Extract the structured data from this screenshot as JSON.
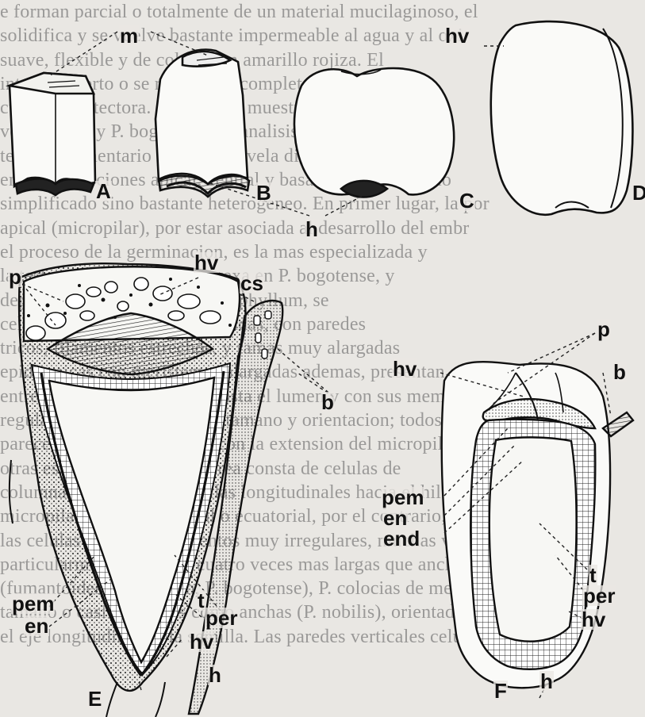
{
  "background_text": [
    {
      "t": "e forman parcial o totalmente de un material mucilaginoso, el"
    },
    {
      "t": "solidifica y se vuelve bastante impermeable al agua y al oxi"
    },
    {
      "t": "suave, flexible y de coloracion amarillo rojiza. El"
    },
    {
      "t": "interno abierto o se rompe por completo sin particular"
    },
    {
      "t": "cubierta protectora. La figura 2 muestra un detalle de la te"
    },
    {
      "t": "veer nobilis y P. bogotense. El analisis morfologico e histo"
    },
    {
      "t": "tejido tegumentario protector revela diferencias notables"
    },
    {
      "t": "entre las porciones apical, central y basal, que lo hacen no"
    },
    {
      "t": "simplificado sino bastante heterogeneo. En primer lugar, la por"
    },
    {
      "t": "apical (micropilar), por estar asociada al desarrollo del embr"
    },
    {
      "t": "el proceso de la germinacion, es la mas especializada y"
    },
    {
      "t": "la testa, sobresaliente y convexa en P. bogotense, y"
    },
    {
      "t": "deprimida y concava en P. eriophyllum, se"
    },
    {
      "t": "celulas parenquimaticas alargadas, con paredes"
    },
    {
      "t": "tricos, filamentos estrechos, y ramas muy alargadas"
    },
    {
      "t": "epidermicas con meristemas alargadas ademas, presentan caracteres: las"
    },
    {
      "t": "entre las paredes alargadas hasta el lumen y con sus mem"
    },
    {
      "t": "regulares en cuanto a forma, tamano y orientacion; todos"
    },
    {
      "t": "parece estar correlacionado con la extension del micropilo. En"
    },
    {
      "t": "otras especies, esta misma area consta de celulas de"
    },
    {
      "t": "columnares orientadas en filas longitudinales hacia el hil"
    },
    {
      "t": "micropila la porcion central o ecuatorial, por el contrario, m"
    },
    {
      "t": "las celulas con engrosamientos muy irregulares, muchas veces"
    },
    {
      "t": "particularmente de tres a cuatro veces mas largas que anchas"
    },
    {
      "t": "(fumantoides, polypodon, P. bogotense), P. colocias de me"
    },
    {
      "t": "tamano o casi tan largas como anchas (P. nobilis), orientadas se"
    },
    {
      "t": "el eje longitudinal de la semilla. Las paredes verticales celulas"
    }
  ],
  "labels": {
    "m": "m",
    "hv_top": "hv",
    "A": "A",
    "B": "B",
    "C": "C",
    "D": "D",
    "h_top": "h",
    "p_left": "p",
    "hv_E": "hv",
    "cs": "cs",
    "b_E": "b",
    "pem_E": "pem",
    "en_E": "en",
    "t_E": "t",
    "per_E": "per",
    "hv_E_bottom": "hv",
    "h_E": "h",
    "E": "E",
    "p_F": "p",
    "hv_F": "hv",
    "b_F": "b",
    "pem_F": "pem",
    "en_F": "en",
    "end_F": "end",
    "t_F": "t",
    "per_F": "per",
    "hv_F_bottom": "hv",
    "h_F": "h",
    "F": "F"
  }
}
